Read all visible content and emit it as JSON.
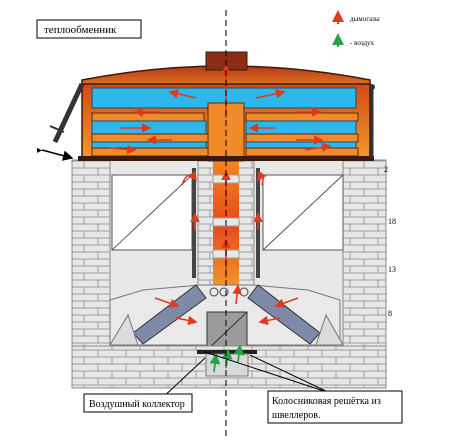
{
  "labels": {
    "title": "теплообменник",
    "legend_gas": "дымогазы",
    "legend_air": "- воздух",
    "left_note": "Воздушный коллектор",
    "right_note_line1": "Колосниковая решётка из",
    "right_note_line2": "швеллеров.",
    "num_2": "2",
    "num_18": "18",
    "num_13": "13",
    "num_8": "8"
  },
  "colors": {
    "roof_top": "#b53a14",
    "roof_bottom": "#f08a1e",
    "blue": "#2fb6ea",
    "orange": "#f08a2a",
    "brick": "#e6e6e6",
    "brick_line": "#9a9a9a",
    "chute": "#7f8aa8",
    "arrow_gas": "#e03a1e",
    "arrow_air": "#2aa24a"
  },
  "icons": {
    "gas_arrow": "red-up-arrow",
    "air_arrow": "green-up-arrow"
  }
}
